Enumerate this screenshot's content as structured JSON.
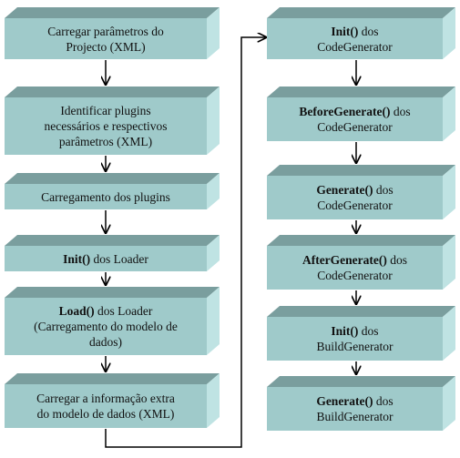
{
  "left_column": [
    {
      "id": "carregar-parametros",
      "lines": [
        {
          "bold": "",
          "text": "Carregar parâmetros do"
        },
        {
          "bold": "",
          "text": "Projecto (XML)"
        }
      ]
    },
    {
      "id": "identificar-plugins",
      "lines": [
        {
          "bold": "",
          "text": "Identificar plugins"
        },
        {
          "bold": "",
          "text": "necessários e respectivos"
        },
        {
          "bold": "",
          "text": "parâmetros (XML)"
        }
      ]
    },
    {
      "id": "carregamento-plugins",
      "lines": [
        {
          "bold": "",
          "text": "Carregamento dos plugins"
        }
      ]
    },
    {
      "id": "init-loader",
      "lines": [
        {
          "bold": "Init()",
          "text": " dos Loader"
        }
      ]
    },
    {
      "id": "load-loader",
      "lines": [
        {
          "bold": "Load()",
          "text": " dos Loader"
        },
        {
          "bold": "",
          "text": "(Carregamento do modelo de"
        },
        {
          "bold": "",
          "text": "dados)"
        }
      ]
    },
    {
      "id": "carregar-info-extra",
      "lines": [
        {
          "bold": "",
          "text": "Carregar a informação extra"
        },
        {
          "bold": "",
          "text": "do modelo de dados (XML)"
        }
      ]
    }
  ],
  "right_column": [
    {
      "id": "init-codegenerator",
      "lines": [
        {
          "bold": "Init()",
          "text": " dos"
        },
        {
          "bold": "",
          "text": "CodeGenerator"
        }
      ]
    },
    {
      "id": "beforegenerate-codegenerator",
      "lines": [
        {
          "bold": "BeforeGenerate()",
          "text": " dos"
        },
        {
          "bold": "",
          "text": "CodeGenerator"
        }
      ]
    },
    {
      "id": "generate-codegenerator",
      "lines": [
        {
          "bold": "Generate()",
          "text": " dos"
        },
        {
          "bold": "",
          "text": "CodeGenerator"
        }
      ]
    },
    {
      "id": "aftergenerate-codegenerator",
      "lines": [
        {
          "bold": "AfterGenerate()",
          "text": " dos"
        },
        {
          "bold": "",
          "text": "CodeGenerator"
        }
      ]
    },
    {
      "id": "init-buildgenerator",
      "lines": [
        {
          "bold": "Init()",
          "text": " dos"
        },
        {
          "bold": "",
          "text": "BuildGenerator"
        }
      ]
    },
    {
      "id": "generate-buildgenerator",
      "lines": [
        {
          "bold": "Generate()",
          "text": " dos"
        },
        {
          "bold": "",
          "text": "BuildGenerator"
        }
      ]
    }
  ],
  "colors": {
    "front": "#9fcaca",
    "top": "#7a9e9e",
    "side": "#bfe3e3",
    "arrow": "#000000"
  }
}
